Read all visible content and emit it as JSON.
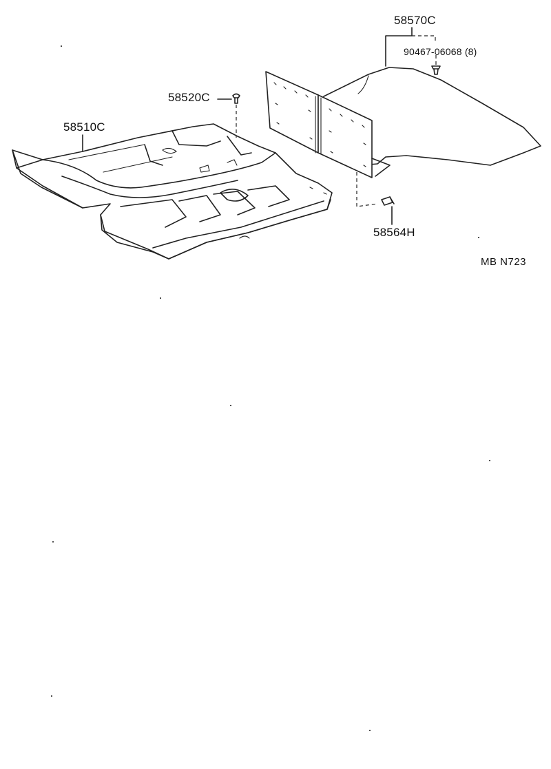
{
  "parts": {
    "rear_mat": "58570C",
    "clip_qty": "90467-06068 (8)",
    "clip_top": "58520C",
    "front_carpet": "58510C",
    "bottom_clip": "58564H"
  },
  "reference": {
    "code": "MB  N723"
  }
}
